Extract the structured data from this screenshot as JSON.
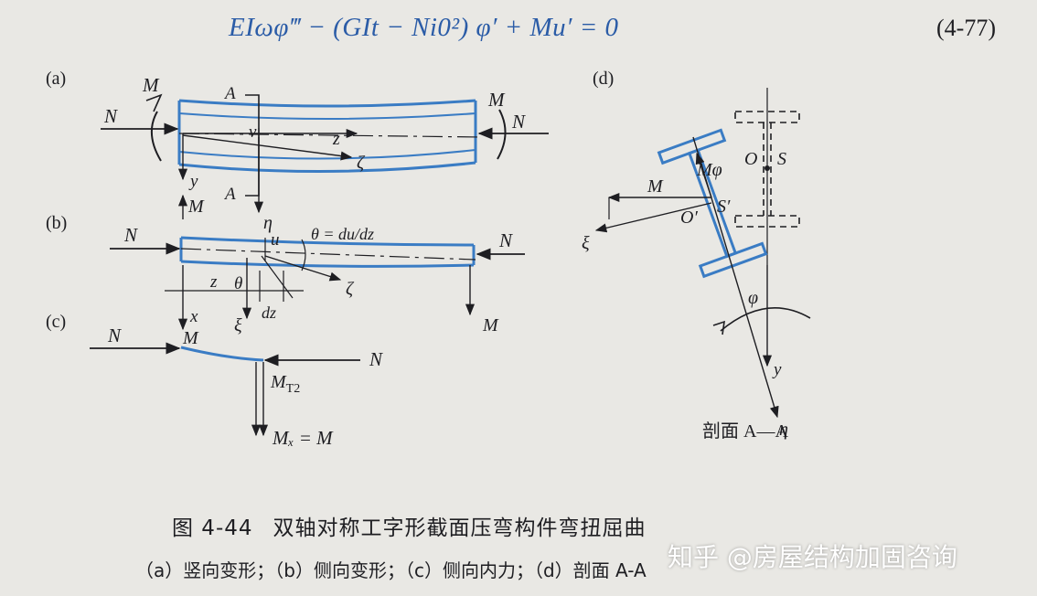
{
  "equation": {
    "formula": "EIωφ‴ − (GIt − Ni0²) φ′ + Mu′ = 0",
    "number": "(4-77)"
  },
  "panels": {
    "a": {
      "label": "(a)",
      "symbols": {
        "M": "M",
        "N": "N",
        "A": "A",
        "v": "v",
        "z": "z",
        "zeta": "ζ",
        "y": "y"
      }
    },
    "b": {
      "label": "(b)",
      "symbols": {
        "M": "M",
        "N": "N",
        "eta": "η",
        "u": "u",
        "theta_eq": "θ = du/dz",
        "z": "z",
        "theta": "θ",
        "dz": "dz",
        "zeta": "ζ",
        "xi": "ξ"
      }
    },
    "c": {
      "label": "(c)",
      "symbols": {
        "x": "x",
        "N": "N",
        "M": "M",
        "MT2": "M",
        "MT2_sub": "T2",
        "Mx": "Mₓ = M"
      }
    },
    "d": {
      "label": "(d)",
      "symbols": {
        "O": "O",
        "S": "S",
        "Mphi": "Mφ",
        "M": "M",
        "O_prime": "O′",
        "S_prime": "S′",
        "xi": "ξ",
        "phi": "φ",
        "y": "y",
        "eta": "η"
      },
      "section_label": "剖面 A—A"
    }
  },
  "caption": {
    "number": "图 4-44",
    "title": "双轴对称工字形截面压弯构件弯扭屈曲",
    "subtitle": "（a）竖向变形；（b）侧向变形；（c）侧向内力；（d）剖面 A-A"
  },
  "watermark": "知乎 @房屋结构加固咨询",
  "colors": {
    "beam": "#3a7cc4",
    "ink": "#1e1e22",
    "equation": "#2b5ca7",
    "paper": "#e9e8e4"
  }
}
